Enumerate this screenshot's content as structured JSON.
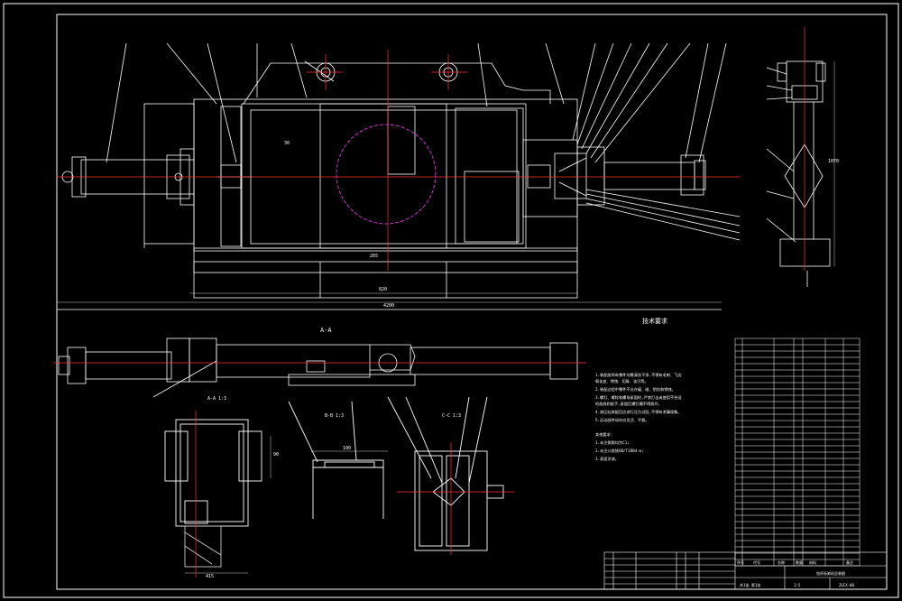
{
  "drawing": {
    "section_title": "A-A",
    "tech_title": "技术要求",
    "detail_labels": [
      "A-A 1:3",
      "B-B 1:3",
      "C-C 1:3"
    ],
    "tech_notes": [
      "1.装配前所有零件均需清洗干净,不得有毛刺、飞边",
      "  氧化皮、锈蚀、切屑、油污等。",
      "2.装配过程中零件不允许磕、碰、划伤和锈蚀。",
      "3.螺钉、螺栓和螺母紧固时,严禁打击或使用不合适",
      "  的旋具和扳手,紧固后螺钉槽不得损坏。",
      "4.液压缸装配后应进行压力试验,不得有渗漏现象。",
      "5.运动部件动作应灵活、平稳。",
      "  其他要求:",
      "  1.未注倒角均为C1;",
      "  2.未注公差按GB/T1804-m;",
      "  3.表面涂漆。"
    ],
    "dim_texts": [
      "30",
      "265",
      "820",
      "4200",
      "1070",
      "415",
      "90",
      "100"
    ]
  },
  "parts_list": {
    "rows": 36,
    "headers": [
      "序号",
      "代号",
      "名称",
      "数量",
      "材料",
      "备注"
    ]
  },
  "title_block": {
    "drawing_name": "钻杆拆卸机总装图",
    "drawing_no": "ZGCX-00",
    "scale": "1:5",
    "sheet": "共1张 第1张"
  },
  "colors": {
    "background": "#000000",
    "line": "#ffffff",
    "center_line": "#ff3333",
    "circle": "#cc33cc",
    "dim": "#cccccc"
  }
}
